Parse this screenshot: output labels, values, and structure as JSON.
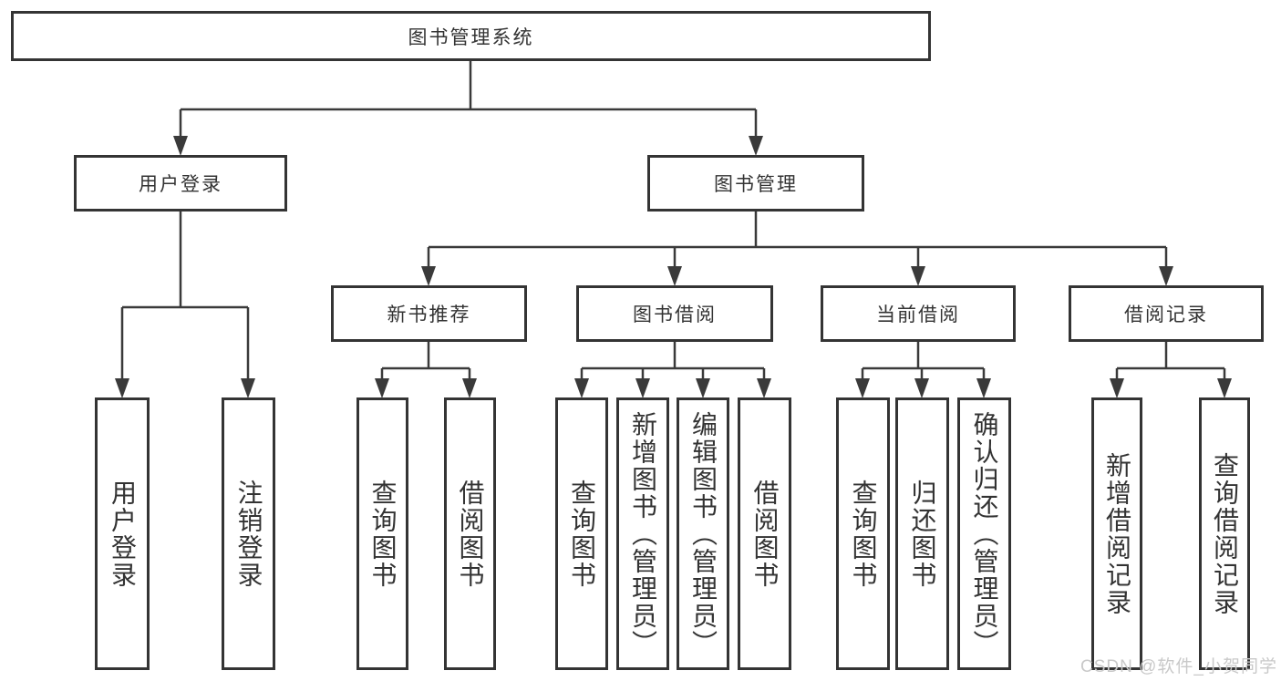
{
  "diagram": {
    "root": "图书管理系统",
    "level2": [
      "用户登录",
      "图书管理"
    ],
    "level3": [
      "新书推荐",
      "图书借阅",
      "当前借阅",
      "借阅记录"
    ],
    "leaves": [
      "用户登录",
      "注销登录",
      "查询图书",
      "借阅图书",
      "查询图书",
      "新增图书（管理员）",
      "编辑图书（管理员）",
      "借阅图书",
      "查询图书",
      "归还图书",
      "确认归还（管理员）",
      "新增借阅记录",
      "查询借阅记录"
    ]
  },
  "watermark": "CSDN @软件_小贺同学",
  "colors": {
    "line": "#3a3a3a",
    "text": "#333333",
    "watermark": "#c9c9c9",
    "background": "#ffffff"
  }
}
